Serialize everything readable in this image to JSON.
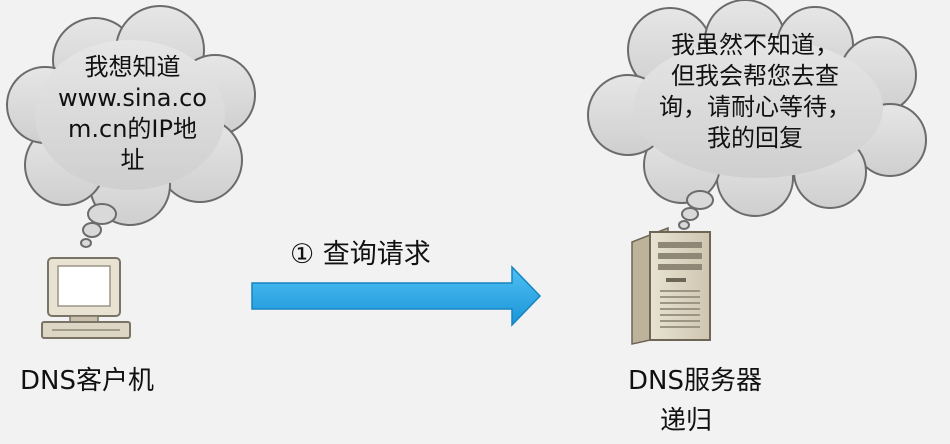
{
  "left_bubble": {
    "lines": [
      "我想知道",
      "www.sina.co",
      "m.cn的IP地",
      "址"
    ]
  },
  "right_bubble": {
    "lines": [
      "我虽然不知道，",
      "但我会帮您去查",
      "询，请耐心等待，",
      "我的回复"
    ]
  },
  "arrow": {
    "label": "① 查询请求",
    "color": "#1e9ee0"
  },
  "client": {
    "label": "DNS客户机",
    "icon": "computer-icon"
  },
  "server": {
    "label": "DNS服务器",
    "sublabel": "递归",
    "icon": "server-icon"
  },
  "colors": {
    "background": "#f2f2f2",
    "cloud_fill": "#d9d9d9",
    "cloud_stroke": "#6b6b6b"
  }
}
